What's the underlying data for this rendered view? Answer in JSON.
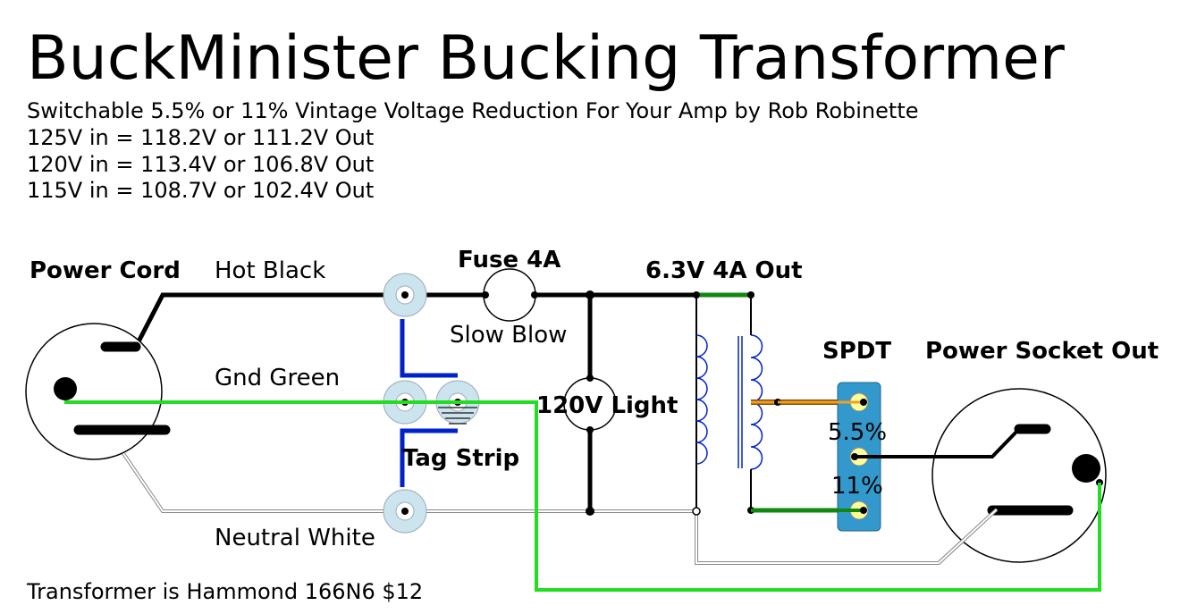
{
  "title": "BuckMinister Bucking Transformer",
  "subtitle_lines": [
    "Switchable 5.5% or 11% Vintage Voltage Reduction For Your Amp by Rob Robinette",
    "125V in = 118.2V or 111.2V Out",
    "120V in = 113.4V or 106.8V Out",
    "115V in = 108.7V or 102.4V Out"
  ],
  "labels": {
    "power_cord": "Power Cord",
    "hot_black": "Hot Black",
    "gnd_green": "Gnd Green",
    "neutral_white": "Neutral White",
    "fuse": "Fuse 4A",
    "slow_blow": "Slow Blow",
    "tag_strip": "Tag Strip",
    "light": "120V Light",
    "transformer_out": "6.3V 4A Out",
    "spdt": "SPDT",
    "power_socket_out": "Power Socket Out",
    "tap_55": "5.5%",
    "tap_11": "11%"
  },
  "footnote": "Transformer is Hammond 166N6 $12",
  "colors": {
    "hot_wire": "#000000",
    "ground_wire": "#22dd22",
    "neutral_wire": "#cccccc",
    "blue_wire": "#0022cc",
    "orange_wire": "#f0a020",
    "secondary_wire": "#118811",
    "switch_body": "#3399cc",
    "switch_contact": "#ffff99",
    "tag_lug": "#cce4ee"
  }
}
